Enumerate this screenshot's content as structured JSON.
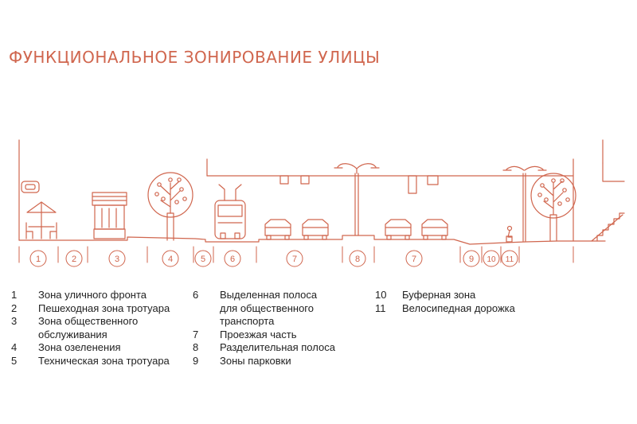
{
  "title": "ФУНКЦИОНАЛЬНОЕ ЗОНИРОВАНИЕ УЛИЦЫ",
  "colors": {
    "accent": "#d0664e",
    "text": "#222222"
  },
  "zone_markers": [
    "1",
    "2",
    "3",
    "4",
    "5",
    "6",
    "7",
    "8",
    "7",
    "9",
    "10",
    "11"
  ],
  "legend": {
    "col1": [
      {
        "num": "1",
        "lines": [
          "Зона уличного фронта"
        ]
      },
      {
        "num": "2",
        "lines": [
          "Пешеходная зона тротуара"
        ]
      },
      {
        "num": "3",
        "lines": [
          "Зона общественного",
          "обслуживания"
        ]
      },
      {
        "num": "4",
        "lines": [
          "Зона озеленения"
        ]
      },
      {
        "num": "5",
        "lines": [
          "Техническая зона тротуара"
        ]
      }
    ],
    "col2": [
      {
        "num": "6",
        "lines": [
          "Выделенная полоса",
          "для общественного",
          "транспорта"
        ]
      },
      {
        "num": "7",
        "lines": [
          "Проезжая часть"
        ]
      },
      {
        "num": "8",
        "lines": [
          "Разделительная полоса"
        ]
      },
      {
        "num": "9",
        "lines": [
          "Зоны парковки"
        ]
      }
    ],
    "col3": [
      {
        "num": "10",
        "lines": [
          "Буферная зона"
        ]
      },
      {
        "num": "11",
        "lines": [
          "Велосипедная дорожка"
        ]
      }
    ]
  }
}
